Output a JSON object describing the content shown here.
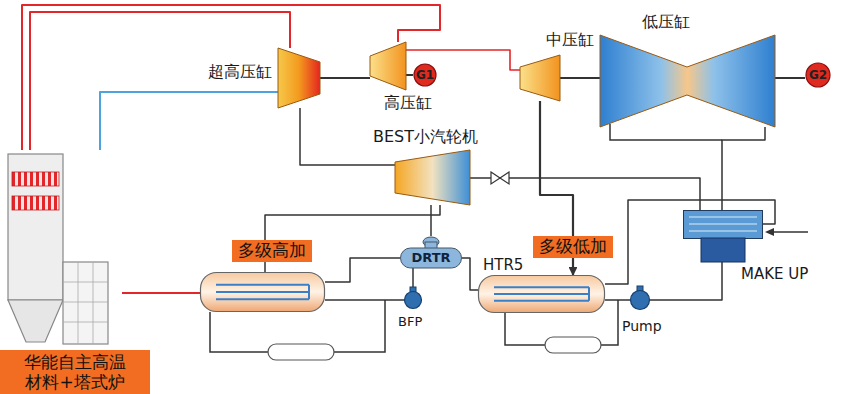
{
  "diagram": {
    "nodes": [
      {
        "text": [
          "华能自主高温材料+塔式炉"
        ]
      },
      {
        "text": [
          "超高压缸"
        ]
      },
      {
        "text": [
          "高压缸"
        ]
      },
      {
        "text": [
          "G1"
        ]
      },
      {
        "text": [
          "中压缸"
        ]
      },
      {
        "text": [
          "低压缸"
        ]
      },
      {
        "text": [
          "G2"
        ]
      },
      {
        "text": [
          "BEST小汽轮机"
        ]
      },
      {
        "text": [
          "多级高加"
        ]
      },
      {
        "text": [
          "DRTR"
        ]
      },
      {
        "text": [
          "BFP"
        ]
      },
      {
        "text": [
          "多级低加",
          "HTR5"
        ]
      },
      {
        "text": [
          "Pump"
        ]
      },
      {
        "text": [
          "MAKE UP"
        ]
      }
    ],
    "edges": [
      {
        "from": 0,
        "to": 1,
        "arrow": "none"
      },
      {
        "from": 0,
        "to": 2,
        "arrow": "none"
      },
      {
        "from": 1,
        "to": 0,
        "arrow": "none"
      },
      {
        "from": 1,
        "to": 2,
        "arrow": "none"
      },
      {
        "from": 2,
        "to": 3,
        "arrow": "none"
      },
      {
        "from": 2,
        "to": 4,
        "arrow": "none"
      },
      {
        "from": 4,
        "to": 5,
        "arrow": "none"
      },
      {
        "from": 5,
        "to": 6,
        "arrow": "none"
      },
      {
        "from": 1,
        "to": 7,
        "arrow": "none"
      },
      {
        "from": 7,
        "to": 8,
        "arrow": "none"
      },
      {
        "from": 7,
        "to": 9,
        "arrow": "none"
      },
      {
        "from": 7,
        "to": 13,
        "arrow": "none"
      },
      {
        "from": 5,
        "to": 13,
        "arrow": "none"
      },
      {
        "from": 4,
        "to": 11,
        "arrow": "to"
      },
      {
        "from": 8,
        "to": 0,
        "arrow": "none"
      },
      {
        "from": 8,
        "to": 9,
        "arrow": "none"
      },
      {
        "from": 10,
        "to": 8,
        "arrow": "none"
      },
      {
        "from": 9,
        "to": 10,
        "arrow": "none"
      },
      {
        "from": 11,
        "to": 9,
        "arrow": "none"
      },
      {
        "from": 12,
        "to": 11,
        "arrow": "none"
      },
      {
        "from": 11,
        "to": 13,
        "arrow": "none"
      },
      {
        "from": 13,
        "to": 12,
        "arrow": "none"
      }
    ]
  }
}
